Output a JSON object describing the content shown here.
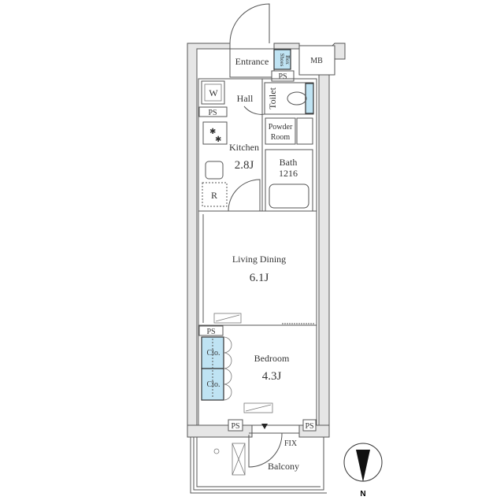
{
  "labels": {
    "entrance": "Entrance",
    "shoes_box_1": "Shoes",
    "shoes_box_2": "Box",
    "mb": "MB",
    "ps": "PS",
    "washer": "W",
    "hall": "Hall",
    "toilet": "Toilet",
    "powder_room_1": "Powder",
    "powder_room_2": "Room",
    "kitchen": "Kitchen",
    "kitchen_size": "2.8J",
    "bath": "Bath",
    "bath_size": "1216",
    "refrigerator": "R",
    "living_dining": "Living Dining",
    "living_dining_size": "6.1J",
    "bedroom": "Bedroom",
    "bedroom_size": "4.3J",
    "closet": "Clo.",
    "fix": "FIX",
    "balcony": "Balcony",
    "north": "N"
  },
  "colors": {
    "storage_fill": "#bfe3f3",
    "wall_fill": "#e6e6e6",
    "line": "#555555"
  }
}
